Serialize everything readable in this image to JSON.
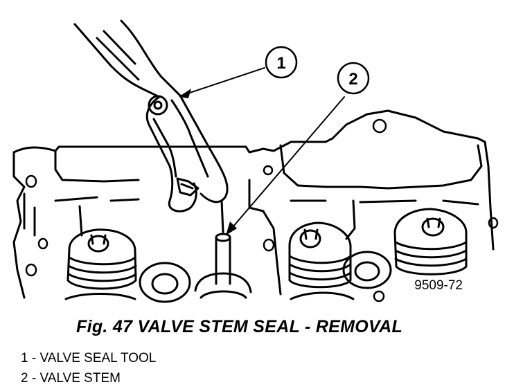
{
  "figure": {
    "caption": "Fig. 47 VALVE STEM SEAL - REMOVAL",
    "figure_id": "9509-72",
    "callouts": [
      "1",
      "2"
    ]
  },
  "legend": [
    {
      "text": "1 - VALVE SEAL TOOL"
    },
    {
      "text": "2 - VALVE STEM"
    }
  ]
}
